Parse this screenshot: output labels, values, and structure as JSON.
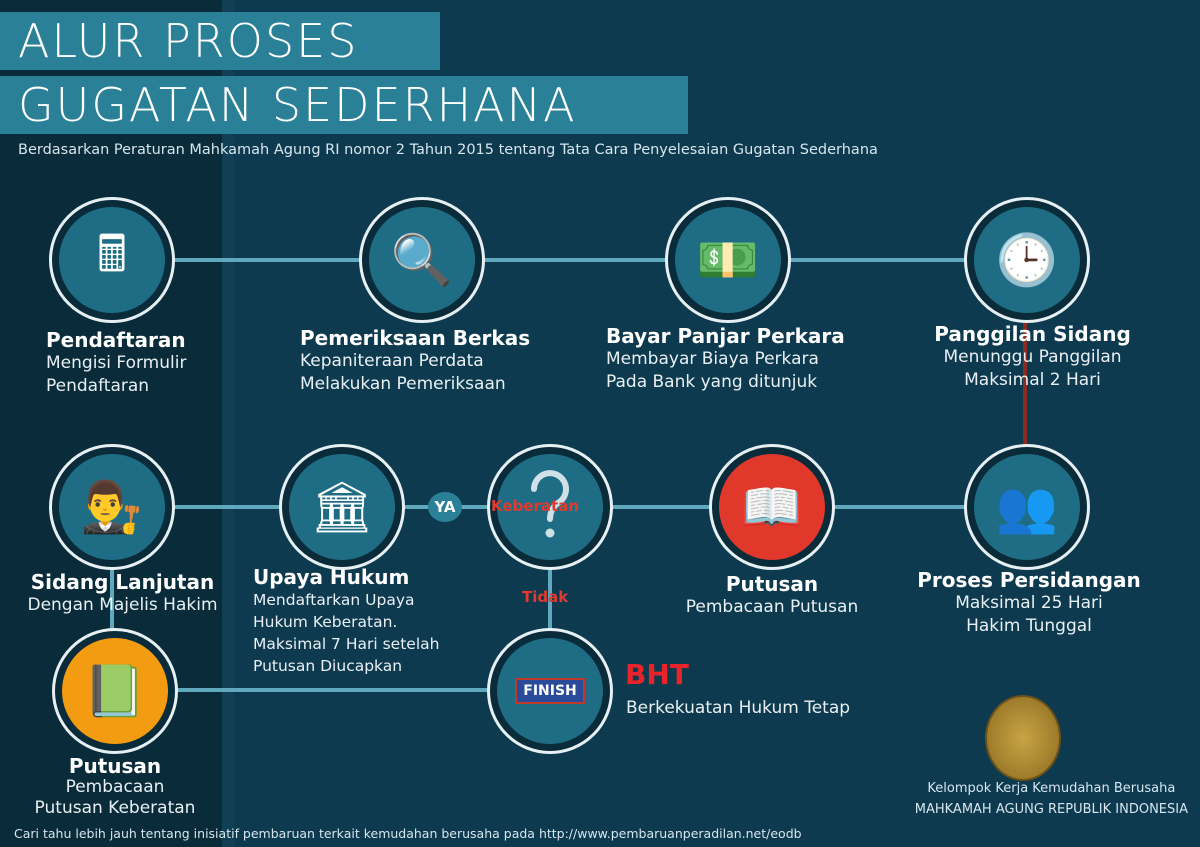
{
  "title": {
    "line1": "ALUR PROSES",
    "line2": "GUGATAN SEDERHANA"
  },
  "subtitle": "Berdasarkan Peraturan Mahkamah Agung RI nomor 2 Tahun 2015 tentang Tata Cara Penyelesaian Gugatan Sederhana",
  "steps": [
    {
      "title": "Pendaftaran",
      "desc1": "Mengisi Formulir",
      "desc2": "Pendaftaran",
      "icon": "cash-register-icon"
    },
    {
      "title": "Pemeriksaan Berkas",
      "desc1": "Kepaniteraan Perdata",
      "desc2": "Melakukan Pemeriksaan",
      "icon": "document-magnifier-icon"
    },
    {
      "title": "Bayar Panjar Perkara",
      "desc1": "Membayar Biaya Perkara",
      "desc2": "Pada Bank yang ditunjuk",
      "icon": "invoice-money-icon"
    },
    {
      "title": "Panggilan Sidang",
      "desc1": "Menunggu Panggilan",
      "desc2": "Maksimal 2 Hari",
      "icon": "clock-icon"
    },
    {
      "title": "Proses Persidangan",
      "desc1": "Maksimal 25 Hari",
      "desc2": "Hakim Tunggal",
      "icon": "hearing-icon"
    },
    {
      "title": "Putusan",
      "desc1": "Pembacaan Putusan",
      "icon": "judge-reading-icon"
    },
    {
      "title": "Upaya Hukum",
      "desc1": "Mendaftarkan Upaya",
      "desc2": "Hukum Keberatan.",
      "desc3": "Maksimal 7 Hari setelah",
      "desc4": "Putusan Diucapkan",
      "icon": "courthouse-icon"
    },
    {
      "title": "Sidang Lanjutan",
      "desc1": "Dengan Majelis Hakim",
      "icon": "panel-judges-icon"
    },
    {
      "title": "Putusan",
      "desc1": "Pembacaan",
      "desc2": "Putusan Keberatan",
      "icon": "reader-icon"
    }
  ],
  "decision": {
    "label": "Keberatan",
    "yes": "YA",
    "no": "Tidak"
  },
  "finish": {
    "banner": "FINISH",
    "title": "BHT",
    "desc": "Berkekuatan Hukum Tetap"
  },
  "org": {
    "line1": "Kelompok Kerja Kemudahan Berusaha",
    "line2": "MAHKAMAH AGUNG REPUBLIK INDONESIA"
  },
  "footer": "Cari tahu lebih jauh tentang inisiatif pembaruan terkait kemudahan berusaha  pada http://www.pembaruanperadilan.net/eodb"
}
